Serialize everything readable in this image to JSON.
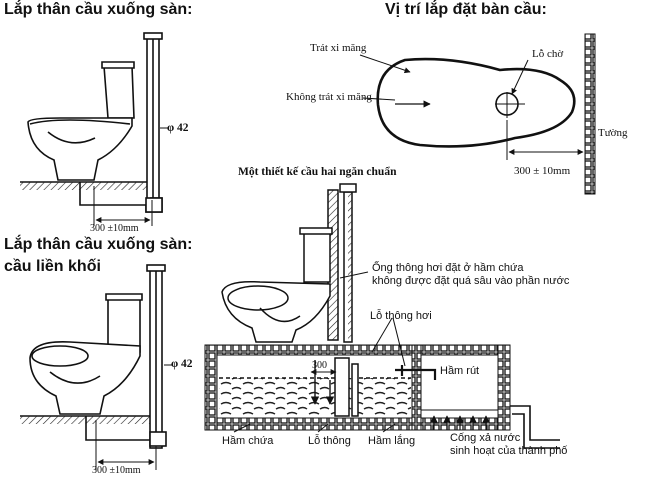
{
  "diagram": {
    "top_left": {
      "title": "Lắp thân cầu xuống sàn:",
      "pipe_diameter": "φ 42",
      "distance": "300 ±10mm"
    },
    "bottom_left": {
      "title_line1": "Lắp thân cầu xuống sàn:",
      "title_line2": "cầu liền khối",
      "pipe_diameter": "φ 42",
      "distance": "300 ±10mm"
    },
    "top_right": {
      "title": "Vị trí lắp đặt bàn cầu:",
      "label_cement": "Trát xi măng",
      "label_no_cement": "Không trát xi măng",
      "label_hole": "Lỗ chờ",
      "label_wall": "Tường",
      "distance": "300 ± 10mm"
    },
    "septic": {
      "title": "Một thiết kế cầu hai ngăn chuẩn",
      "vent_pipe_note_line1": "Ống thông hơi đặt ở hầm chứa",
      "vent_pipe_note_line2": "không được đặt quá sâu vào phần nước",
      "vent_hole": "Lỗ thông hơi",
      "dimension": "300",
      "suction_chamber": "Hầm rút",
      "storage_chamber": "Hầm chứa",
      "vent_passage": "Lỗ thông",
      "settling_chamber": "Hầm lắng",
      "drain_line1": "Cống xả nước",
      "drain_line2": "sinh hoạt của thành phố"
    }
  }
}
